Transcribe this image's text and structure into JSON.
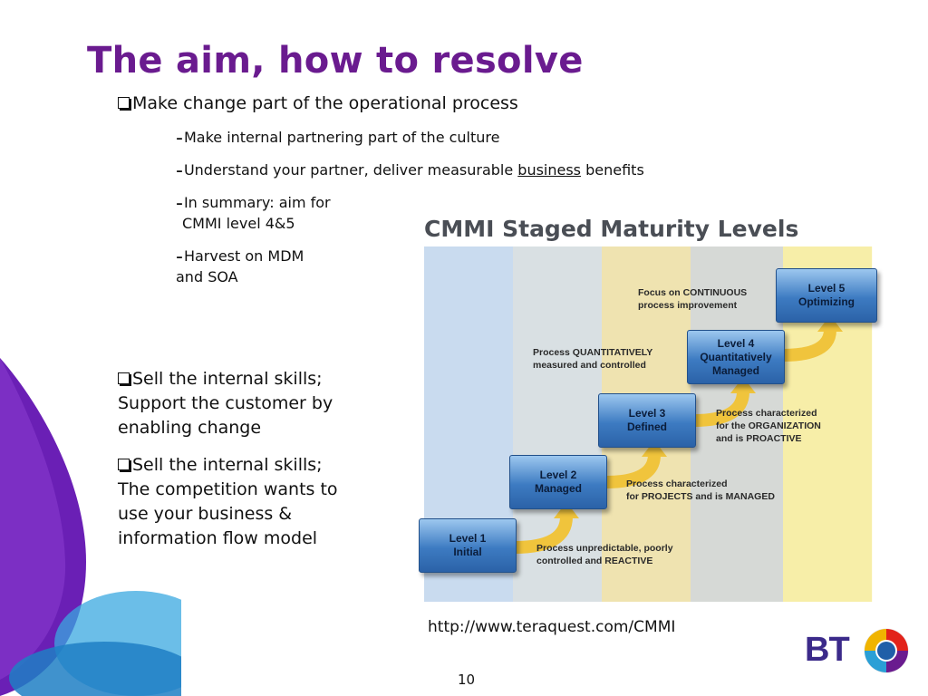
{
  "slide": {
    "title": "The aim, how to resolve",
    "bullets": {
      "b1": "Make change part of the operational process",
      "s1": "Make internal partnering part of the culture",
      "s2_pre": "Understand your partner, deliver measurable ",
      "s2_ul": "business",
      "s2_post": " benefits",
      "s3_l1": "In summary: aim for",
      "s3_l2": "CMMI level 4&5",
      "s4_l1": "Harvest on MDM",
      "s4_l2": "and SOA",
      "b2_l1": "Sell the internal skills;",
      "b2_l2": "Support the customer by",
      "b2_l3": "enabling change",
      "b3_l1": "Sell the internal skills;",
      "b3_l2": "The competition wants to",
      "b3_l3": "use your business &",
      "b3_l4": "information flow model"
    },
    "url": "http://www.teraquest.com/CMMI",
    "page_number": "10"
  },
  "diagram": {
    "title": "CMMI Staged Maturity Levels",
    "levels": [
      {
        "l1": "Level 1",
        "l2": "Initial",
        "l3": "",
        "desc1": "Process unpredictable, poorly",
        "desc2": "controlled and REACTIVE",
        "desc3": ""
      },
      {
        "l1": "Level 2",
        "l2": "Managed",
        "l3": "",
        "desc1": "Process characterized",
        "desc2": "for PROJECTS and is MANAGED",
        "desc3": ""
      },
      {
        "l1": "Level 3",
        "l2": "Defined",
        "l3": "",
        "desc1": "Process characterized",
        "desc2": "for the ORGANIZATION",
        "desc3": "and is PROACTIVE"
      },
      {
        "l1": "Level 4",
        "l2": "Quantitatively",
        "l3": "Managed",
        "desc1": "Process QUANTITATIVELY",
        "desc2": "measured and controlled",
        "desc3": ""
      },
      {
        "l1": "Level 5",
        "l2": "Optimizing",
        "l3": "",
        "desc1": "Focus on CONTINUOUS",
        "desc2": "process improvement",
        "desc3": ""
      }
    ],
    "column_colors": [
      "#c9dbef",
      "#d9e0e3",
      "#efe3b0",
      "#d6d9d6",
      "#f7eea8"
    ],
    "arrow_color": "#f0c43c",
    "box_color": "#3d7bc2"
  },
  "branding": {
    "logo_text": "BT",
    "accent_purple": "#6a1b8f",
    "swoosh_blue": "#2a9fd6"
  }
}
